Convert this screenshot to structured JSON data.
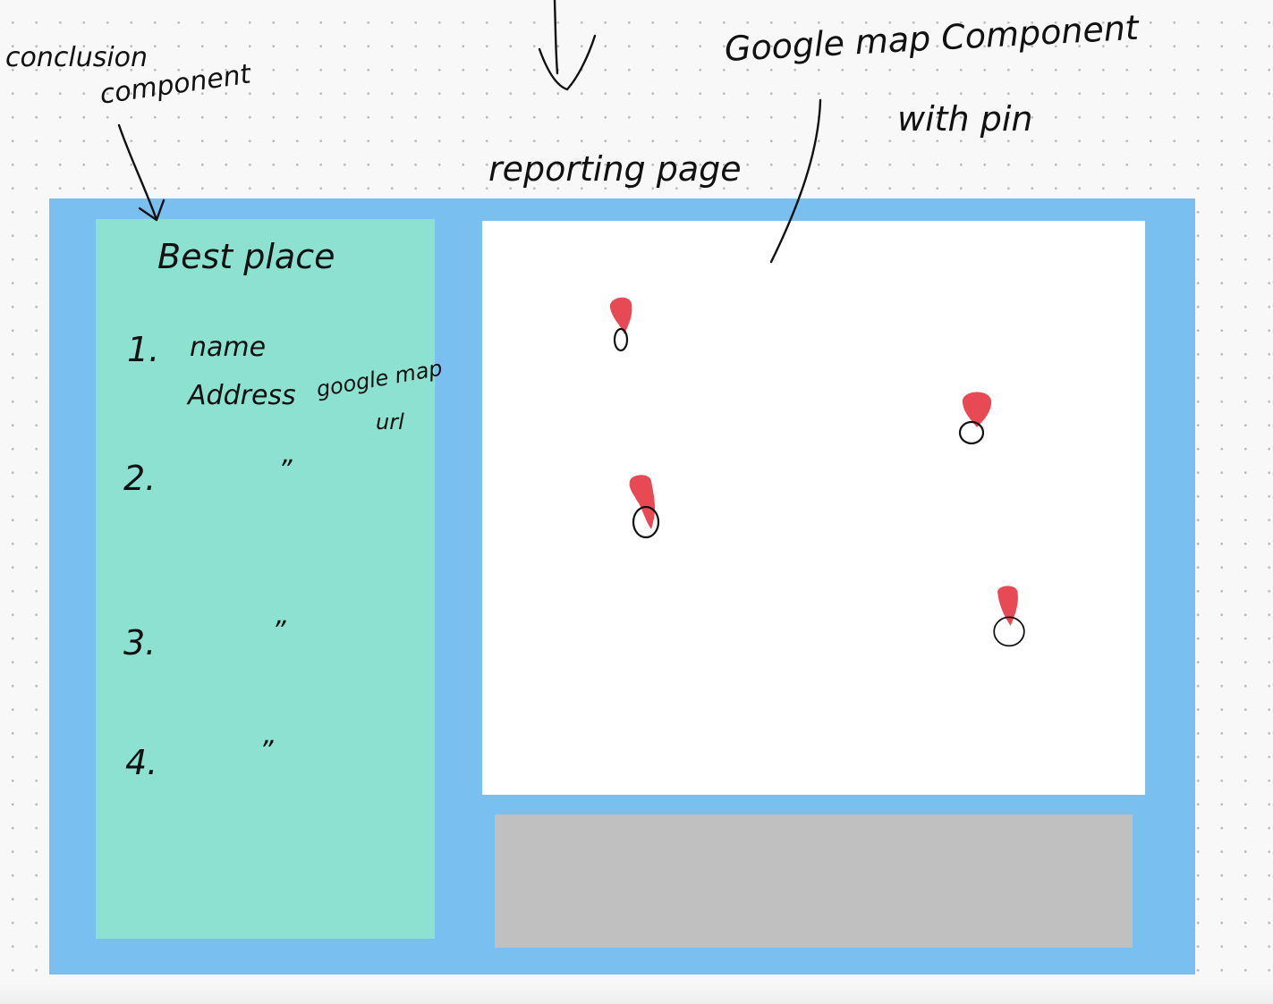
{
  "annotations": {
    "conclusion_line1": "conclusion",
    "conclusion_line2": "component",
    "reporting_page": "reporting page",
    "map_component_line1": "Google map Component",
    "map_component_line2": "with pin"
  },
  "conclusion_panel": {
    "title": "Best place",
    "items": [
      {
        "number": "1.",
        "name": "name",
        "address": "Address",
        "url_line1": "google map",
        "url_line2": "url"
      },
      {
        "number": "2.",
        "ditto": "”"
      },
      {
        "number": "3.",
        "ditto": "”"
      },
      {
        "number": "4.",
        "ditto": "”"
      }
    ]
  },
  "map_panel": {
    "pin_count": 4,
    "pin_color": "#e84a55"
  },
  "colors": {
    "frame": "#79bff0",
    "conclusion_panel": "#8de1d1",
    "map_panel": "#ffffff",
    "footer_panel": "#c0c0c0"
  }
}
